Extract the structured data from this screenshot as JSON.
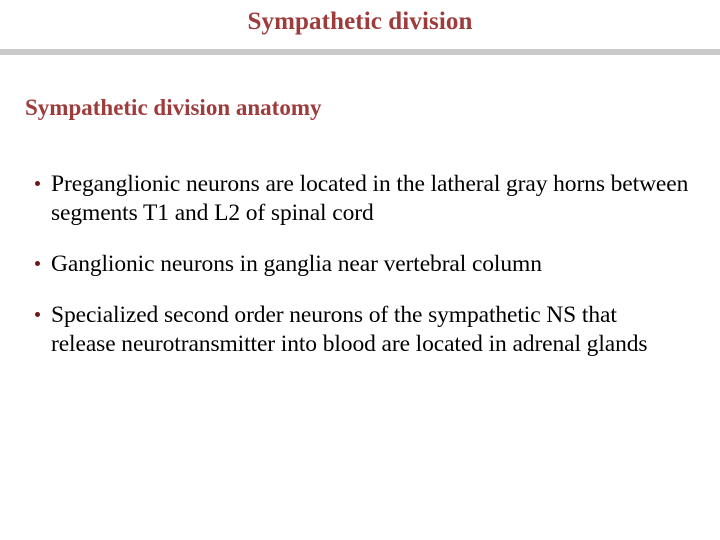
{
  "slide": {
    "title": "Sympathetic division",
    "subtitle": "Sympathetic division anatomy",
    "title_color": "#9e3b3b",
    "subtitle_color": "#9e3b3b",
    "rule_color": "#c9c9c9",
    "bullet_color": "#701818",
    "body_color": "#000000",
    "background_color": "#ffffff",
    "bullets": [
      {
        "marker": "bullet-dot-icon",
        "text": "Preganglionic neurons are located in the latheral gray horns between segments T1 and L2 of spinal cord"
      },
      {
        "marker": "bullet-dot-icon",
        "text": "Ganglionic neurons in ganglia near vertebral column"
      },
      {
        "marker": "bullet-dot-icon",
        "text": "Specialized second order neurons of the sympathetic NS that release neurotransmitter into blood are located in adrenal glands"
      }
    ]
  }
}
